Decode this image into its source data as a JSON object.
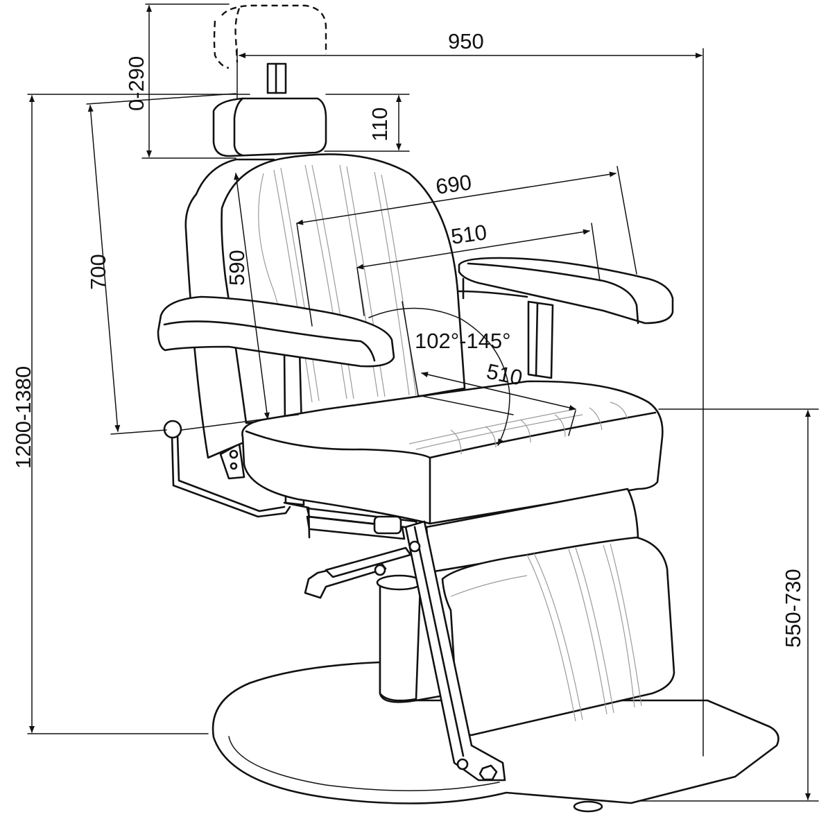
{
  "dimensions": {
    "overall_width": "950",
    "headrest_adjust": "0-290",
    "headrest_height": "110",
    "back_width": "690",
    "armrest_inner_width": "510",
    "back_height": "700",
    "backrest_length": "590",
    "recline_angle": "102°-145°",
    "seat_depth": "510",
    "total_height": "1200-1380",
    "seat_height": "550-730"
  },
  "colors": {
    "line": "#111111",
    "stitching": "#9a9a9a",
    "background": "#ffffff"
  }
}
